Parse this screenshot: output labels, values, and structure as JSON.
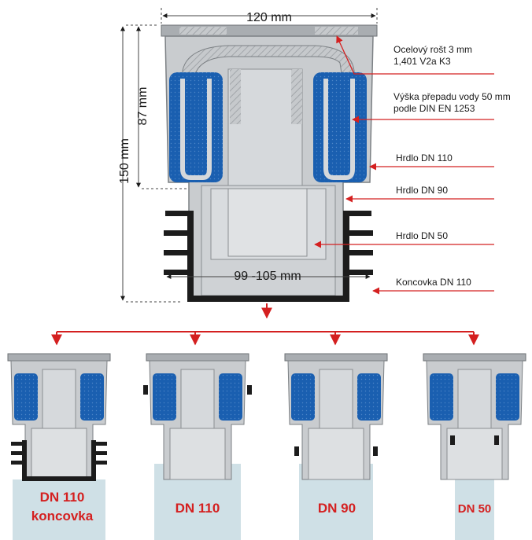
{
  "dimensions": {
    "top_width": "120 mm",
    "total_height": "150 mm",
    "body_height": "87 mm",
    "outlet_width": "99 -105 mm"
  },
  "callouts": [
    {
      "line1": "Ocelový rošt 3 mm",
      "line2": "1,401 V2a K3"
    },
    {
      "line1": "Výška přepadu vody 50 mm",
      "line2": "podle DIN EN 1253"
    },
    {
      "line1": "Hrdlo DN 110",
      "line2": ""
    },
    {
      "line1": "Hrdlo DN 90",
      "line2": ""
    },
    {
      "line1": "Hrdlo DN 50",
      "line2": ""
    },
    {
      "line1": "Koncovka DN 110",
      "line2": ""
    }
  ],
  "variants": [
    {
      "line1": "DN 110",
      "line2": "koncovka"
    },
    {
      "line1": "DN 110",
      "line2": ""
    },
    {
      "line1": "DN 90",
      "line2": ""
    },
    {
      "line1": "DN 50",
      "line2": ""
    }
  ],
  "colors": {
    "accent": "#d42020",
    "water": "#1a5fb0",
    "body": "#c4c7ca",
    "body_dark": "#9fa3a7",
    "pipe": "#cfe0e6",
    "seal": "#1c1c1c"
  }
}
